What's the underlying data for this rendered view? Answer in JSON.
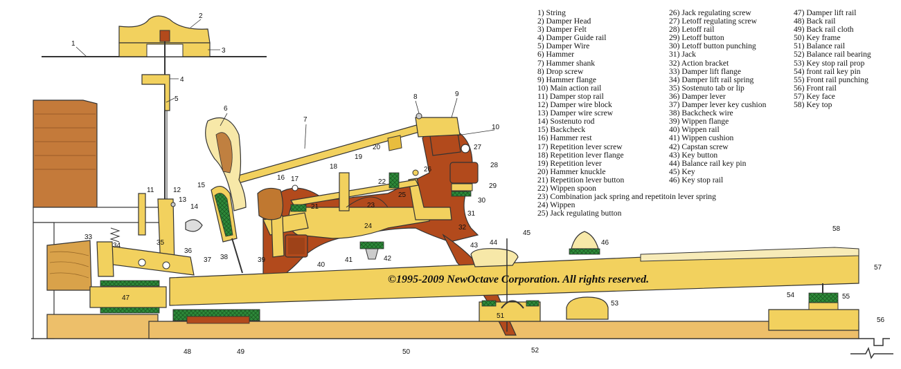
{
  "legend": {
    "col1": [
      "1) String",
      "2) Damper Head",
      "3) Damper Felt",
      "4) Damper Guide rail",
      "5) Damper Wire",
      "6) Hammer",
      "7) Hammer shank",
      "8) Drop screw",
      "9) Hammer flange",
      "10) Main action rail",
      "11) Damper stop rail",
      "12) Damper wire block",
      "13) Damper wire screw",
      "14) Sostenuto rod",
      "15) Backcheck",
      "16) Hammer rest",
      "17) Repetition lever screw",
      "18) Repetition lever flange",
      "19) Repetition lever",
      "20) Hammer knuckle",
      "21) Repetition lever button",
      "22) Wippen spoon",
      "23) Combination jack spring and repetitoin lever spring",
      "24) Wippen",
      "25) Jack regulating button"
    ],
    "col2": [
      "26) Jack regulating screw",
      "27) Letoff regulating screw",
      "28) Letoff rail",
      "29) Letoff button",
      "30) Letoff button punching",
      "31) Jack",
      "32) Action bracket",
      "33) Damper lift flange",
      "34) Damper lift rail spring",
      "35) Sostenuto tab or lip",
      "36) Damper lever",
      "37) Damper lever key cushion",
      "38) Backcheck wire",
      "39) Wippen flange",
      "40) Wippen rail",
      "41) Wippen cushion",
      "42) Capstan screw",
      "43) Key button",
      "44) Balance rail key pin",
      "45) Key",
      "46) Key stop rail"
    ],
    "col3": [
      "47) Damper lift rail",
      "48) Back rail",
      "49) Back rail cloth",
      "50) Key frame",
      "51) Balance rail",
      "52) Balance rail bearing",
      "53) Key stop rail prop",
      "54) front rail key pin",
      "55) Front rail punching",
      "56) Front rail",
      "57) Key face",
      "58) Key top"
    ]
  },
  "copyright": "©1995-2009 NewOctave Corporation. All rights reserved.",
  "callouts": [
    "1",
    "2",
    "3",
    "4",
    "5",
    "6",
    "7",
    "8",
    "9",
    "10",
    "11",
    "12",
    "13",
    "14",
    "15",
    "16",
    "17",
    "18",
    "19",
    "20",
    "21",
    "22",
    "23",
    "24",
    "25",
    "26",
    "27",
    "28",
    "29",
    "30",
    "31",
    "32",
    "33",
    "34",
    "35",
    "36",
    "37",
    "38",
    "39",
    "40",
    "41",
    "42",
    "43",
    "44",
    "45",
    "46",
    "47",
    "48",
    "49",
    "50",
    "51",
    "52",
    "53",
    "54",
    "55",
    "56",
    "57",
    "58"
  ],
  "colors": {
    "wood": "#F2D15E",
    "wood_dark": "#E8BD3E",
    "bracket": "#B24A1C",
    "felt": "#2E8A3A",
    "base": "#EDBF6A",
    "outline": "#333333"
  }
}
